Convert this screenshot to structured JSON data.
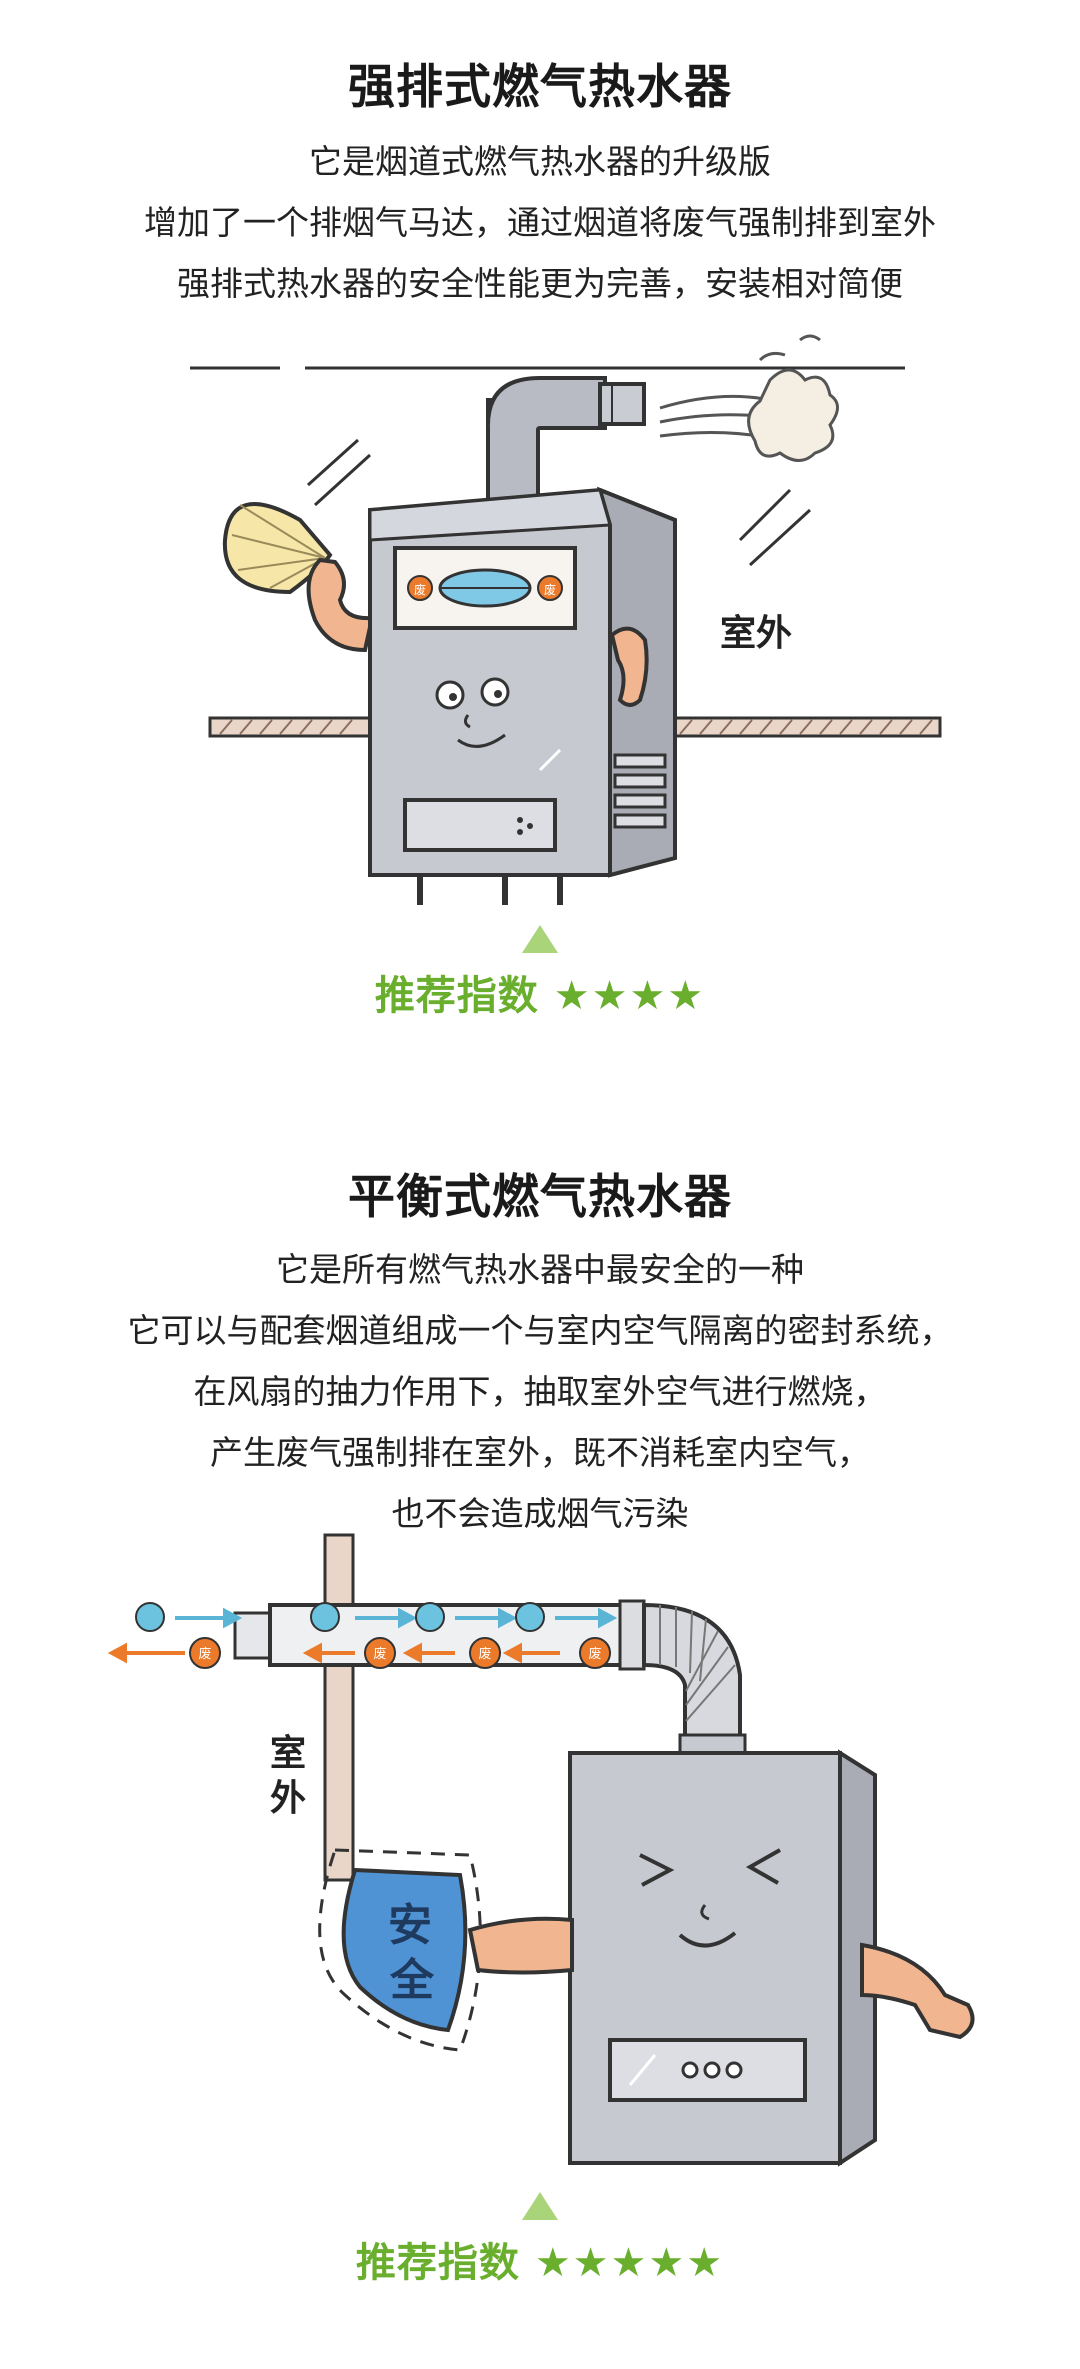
{
  "section1": {
    "title": "强排式燃气热水器",
    "lines": [
      "它是烟道式燃气热水器的升级版",
      "增加了一个排烟气马达，通过烟道将废气强制排到室外",
      "强排式热水器的安全性能更为完善，安装相对简便"
    ],
    "outdoor_label": "室外",
    "exhaust_label": "废",
    "rating_label": "推荐指数",
    "rating_stars": "★★★★",
    "rating_value": 4
  },
  "section2": {
    "title": "平衡式燃气热水器",
    "lines": [
      "它是所有燃气热水器中最安全的一种",
      "它可以与配套烟道组成一个与室内空气隔离的密封系统，",
      "在风扇的抽力作用下，抽取室外空气进行燃烧，",
      "产生废气强制排在室外，既不消耗室内空气，",
      "也不会造成烟气污染"
    ],
    "outdoor_label_1": "室",
    "outdoor_label_2": "外",
    "exhaust_label": "废",
    "shield_label_1": "安",
    "shield_label_2": "全",
    "rating_label": "推荐指数",
    "rating_stars": "★★★★★",
    "rating_value": 5
  },
  "colors": {
    "rating_green": "#6aae2e",
    "triangle_green": "#a9d47a",
    "heater_gray": "#b9bcc4",
    "fresh_air_blue": "#5ab4d6",
    "exhaust_orange": "#ec7a2b",
    "shield_blue": "#4f93d4",
    "skin": "#f1b58f"
  }
}
